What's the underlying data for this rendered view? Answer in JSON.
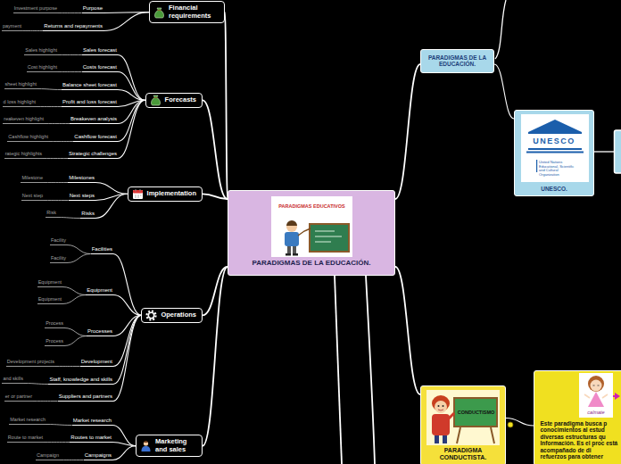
{
  "diagram": {
    "nodes": [
      {
        "text": [
          "PARADIGMAS DE LA EDUCACIÓN."
        ]
      },
      {
        "text": [
          "Financial requirements"
        ]
      },
      {
        "text": [
          "Purpose"
        ]
      },
      {
        "text": [
          "Investment purpose"
        ]
      },
      {
        "text": [
          "Returns and repayments"
        ]
      },
      {
        "text": [
          "payment"
        ]
      },
      {
        "text": [
          "Forecasts"
        ]
      },
      {
        "text": [
          "Sales forecast"
        ]
      },
      {
        "text": [
          "Sales highlight"
        ]
      },
      {
        "text": [
          "Costs forecast"
        ]
      },
      {
        "text": [
          "Cost highlight"
        ]
      },
      {
        "text": [
          "Balance sheet forecast"
        ]
      },
      {
        "text": [
          "sheet highlight"
        ]
      },
      {
        "text": [
          "Profit and loss forecast"
        ]
      },
      {
        "text": [
          "d loss highlight"
        ]
      },
      {
        "text": [
          "Breakeven analysis"
        ]
      },
      {
        "text": [
          "reakeven highlight"
        ]
      },
      {
        "text": [
          "Cashflow forecast"
        ]
      },
      {
        "text": [
          "Cashflow highlight"
        ]
      },
      {
        "text": [
          "Strategic challenges"
        ]
      },
      {
        "text": [
          "rategic highlights"
        ]
      },
      {
        "text": [
          "Implementation"
        ]
      },
      {
        "text": [
          "Milestones"
        ]
      },
      {
        "text": [
          "Milestone"
        ]
      },
      {
        "text": [
          "Next steps"
        ]
      },
      {
        "text": [
          "Next step"
        ]
      },
      {
        "text": [
          "Risks"
        ]
      },
      {
        "text": [
          "Risk"
        ]
      },
      {
        "text": [
          "Operations"
        ]
      },
      {
        "text": [
          "Facilities"
        ]
      },
      {
        "text": [
          "Facility"
        ]
      },
      {
        "text": [
          "Facility"
        ]
      },
      {
        "text": [
          "Equipment"
        ]
      },
      {
        "text": [
          "Equipment"
        ]
      },
      {
        "text": [
          "Equipment"
        ]
      },
      {
        "text": [
          "Processes"
        ]
      },
      {
        "text": [
          "Process"
        ]
      },
      {
        "text": [
          "Process"
        ]
      },
      {
        "text": [
          "Development"
        ]
      },
      {
        "text": [
          "Development projects"
        ]
      },
      {
        "text": [
          "Staff, knowledge and skills"
        ]
      },
      {
        "text": [
          "and skills"
        ]
      },
      {
        "text": [
          "Suppliers and partners"
        ]
      },
      {
        "text": [
          "er or partner"
        ]
      },
      {
        "text": [
          "Marketing and sales"
        ]
      },
      {
        "text": [
          "Market research"
        ]
      },
      {
        "text": [
          "Market research"
        ]
      },
      {
        "text": [
          "Routes to market"
        ]
      },
      {
        "text": [
          "Route to market"
        ]
      },
      {
        "text": [
          "Campaigns"
        ]
      },
      {
        "text": [
          "Campaign"
        ]
      },
      {
        "text": [
          "PARADIGMAS DE LA EDUCACIÓN."
        ]
      },
      {
        "text": [
          "UNESCO."
        ]
      },
      {
        "text": [
          "PARADIGMA CONDUCTISTA."
        ]
      },
      {
        "text": [
          "Este paradigma busca p conocimientos al estud diversas estructuras qu Información. Es el proc está acompañado de di refuerzos para obtener"
        ]
      }
    ],
    "edges": [
      {
        "from": 0,
        "to": 1,
        "arrow": "none"
      },
      {
        "from": 0,
        "to": 6,
        "arrow": "none"
      },
      {
        "from": 0,
        "to": 21,
        "arrow": "none"
      },
      {
        "from": 0,
        "to": 28,
        "arrow": "none"
      },
      {
        "from": 0,
        "to": 44,
        "arrow": "none"
      },
      {
        "from": 0,
        "to": 51,
        "arrow": "none"
      },
      {
        "from": 0,
        "to": 53,
        "arrow": "none"
      },
      {
        "from": 1,
        "to": 2,
        "arrow": "none"
      },
      {
        "from": 2,
        "to": 3,
        "arrow": "none"
      },
      {
        "from": 1,
        "to": 4,
        "arrow": "none"
      },
      {
        "from": 4,
        "to": 5,
        "arrow": "none"
      },
      {
        "from": 6,
        "to": 7,
        "arrow": "none"
      },
      {
        "from": 7,
        "to": 8,
        "arrow": "none"
      },
      {
        "from": 6,
        "to": 9,
        "arrow": "none"
      },
      {
        "from": 9,
        "to": 10,
        "arrow": "none"
      },
      {
        "from": 6,
        "to": 11,
        "arrow": "none"
      },
      {
        "from": 11,
        "to": 12,
        "arrow": "none"
      },
      {
        "from": 6,
        "to": 13,
        "arrow": "none"
      },
      {
        "from": 13,
        "to": 14,
        "arrow": "none"
      },
      {
        "from": 6,
        "to": 15,
        "arrow": "none"
      },
      {
        "from": 15,
        "to": 16,
        "arrow": "none"
      },
      {
        "from": 6,
        "to": 17,
        "arrow": "none"
      },
      {
        "from": 17,
        "to": 18,
        "arrow": "none"
      },
      {
        "from": 6,
        "to": 19,
        "arrow": "none"
      },
      {
        "from": 19,
        "to": 20,
        "arrow": "none"
      },
      {
        "from": 21,
        "to": 22,
        "arrow": "none"
      },
      {
        "from": 22,
        "to": 23,
        "arrow": "none"
      },
      {
        "from": 21,
        "to": 24,
        "arrow": "none"
      },
      {
        "from": 24,
        "to": 25,
        "arrow": "none"
      },
      {
        "from": 21,
        "to": 26,
        "arrow": "none"
      },
      {
        "from": 26,
        "to": 27,
        "arrow": "none"
      },
      {
        "from": 28,
        "to": 29,
        "arrow": "none"
      },
      {
        "from": 29,
        "to": 30,
        "arrow": "none"
      },
      {
        "from": 29,
        "to": 31,
        "arrow": "none"
      },
      {
        "from": 28,
        "to": 32,
        "arrow": "none"
      },
      {
        "from": 32,
        "to": 33,
        "arrow": "none"
      },
      {
        "from": 32,
        "to": 34,
        "arrow": "none"
      },
      {
        "from": 28,
        "to": 35,
        "arrow": "none"
      },
      {
        "from": 35,
        "to": 36,
        "arrow": "none"
      },
      {
        "from": 35,
        "to": 37,
        "arrow": "none"
      },
      {
        "from": 28,
        "to": 38,
        "arrow": "none"
      },
      {
        "from": 38,
        "to": 39,
        "arrow": "none"
      },
      {
        "from": 28,
        "to": 40,
        "arrow": "none"
      },
      {
        "from": 40,
        "to": 41,
        "arrow": "none"
      },
      {
        "from": 28,
        "to": 42,
        "arrow": "none"
      },
      {
        "from": 42,
        "to": 43,
        "arrow": "none"
      },
      {
        "from": 44,
        "to": 45,
        "arrow": "none"
      },
      {
        "from": 45,
        "to": 46,
        "arrow": "none"
      },
      {
        "from": 44,
        "to": 47,
        "arrow": "none"
      },
      {
        "from": 47,
        "to": 48,
        "arrow": "none"
      },
      {
        "from": 44,
        "to": 49,
        "arrow": "none"
      },
      {
        "from": 49,
        "to": 50,
        "arrow": "none"
      },
      {
        "from": 51,
        "to": 52,
        "arrow": "none"
      },
      {
        "from": 53,
        "to": 54,
        "arrow": "none"
      }
    ],
    "labels": [
      "PARADIGMAS EDUCATIVOS",
      "UNESCO",
      "United Nations Educational, Scientific and Cultural Organization",
      "CONDUCTISMO",
      "calmate"
    ]
  }
}
